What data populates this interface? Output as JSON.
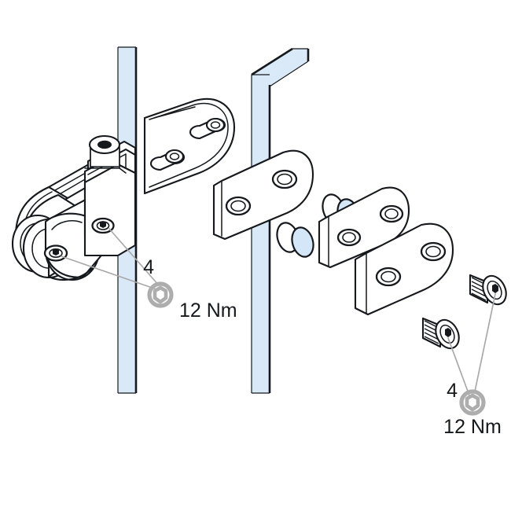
{
  "diagram": {
    "title": "Glass-to-glass hinge mounting assembly",
    "type": "isometric exploded technical assembly drawing",
    "background_color": "#ffffff",
    "line_color": "#15181c",
    "glass_color": "#d9e9f7",
    "annotation_color": "#adadad"
  },
  "annotations": {
    "left": {
      "key_size": "4",
      "torque": "12 Nm",
      "tool_icon": "hex-key-icon",
      "leader_targets": 2
    },
    "right": {
      "key_size": "4",
      "torque": "12 Nm",
      "tool_icon": "hex-key-icon",
      "leader_targets": 2
    }
  },
  "parts": {
    "glass_panels": [
      {
        "name": "left-glass-panel",
        "orientation": "vertical"
      },
      {
        "name": "right-glass-panel",
        "orientation": "vertical-with-top-return"
      }
    ],
    "hinge_body": {
      "name": "hinge-body-left",
      "knuckle": "pivot-barrel"
    },
    "plates": [
      {
        "name": "hinge-plate-upper"
      },
      {
        "name": "counter-plate-mid"
      },
      {
        "name": "counter-plate-right-rear"
      },
      {
        "name": "counter-plate-right-front"
      }
    ],
    "gaskets": [
      {
        "name": "gasket-pair-upper"
      },
      {
        "name": "gasket-pair-lower"
      }
    ],
    "screws": [
      {
        "name": "hex-socket-screw-lower"
      },
      {
        "name": "hex-socket-screw-upper"
      }
    ]
  }
}
